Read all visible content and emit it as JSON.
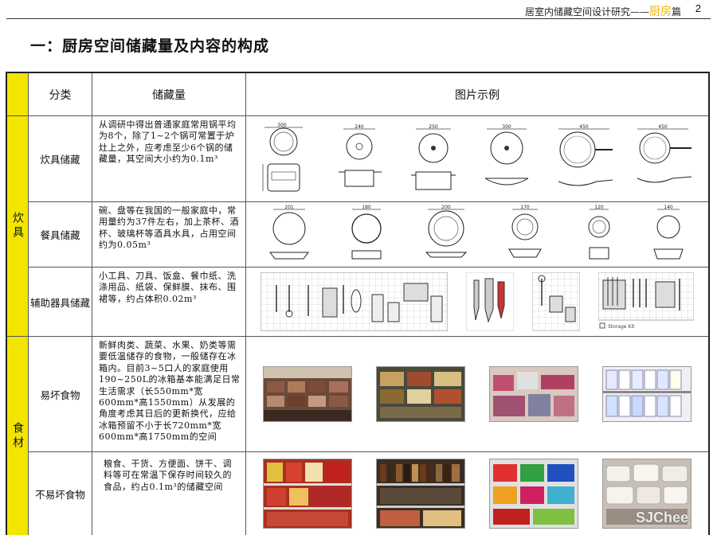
{
  "header": {
    "doc_title_prefix": "居室内储藏空间设计研究——",
    "doc_title_highlight": "厨房",
    "doc_title_suffix": "篇",
    "page_number": "2"
  },
  "title": "一：厨房空间储藏量及内容的构成",
  "table": {
    "headers": {
      "category": "分类",
      "storage": "储藏量",
      "images": "图片示例"
    },
    "groups": [
      {
        "label": "炊具"
      },
      {
        "label": "食材"
      }
    ],
    "rows": [
      {
        "category": "炊具储藏",
        "description": "从调研中得出普通家庭常用锅平均为8个，除了1~2个锅可常置于炉灶上之外，应考虑至少6个锅的储藏量，其空间大小约为0.1m³"
      },
      {
        "category": "餐具储藏",
        "description": "碗、盘等在我国的一般家庭中，常用量约为37件左右，加上茶杯、酒杯、玻璃杯等酒具水具，占用空间约为0.05m³"
      },
      {
        "category": "辅助器具储藏",
        "description": "小工具、刀具、饭盒、餐巾纸、洗涤用品、纸袋、保鲜膜、抹布、围裙等，约占体积0.02m³"
      },
      {
        "category": "易坏食物",
        "description": "新鲜肉类、蔬菜、水果、奶类等需要低温储存的食物，一般储存在冰箱内。目前3~5口人的家庭使用190~250L的冰箱基本能满足日常生活需求（长550mm*宽600mm*高1550mm）从发展的角度考虑其日后的更新换代，应给冰箱预留不小于长720mm*宽600mm*高1750mm的空间"
      },
      {
        "category": "不易坏食物",
        "description": "粮食、干货、方便面、饼干、调料等可在常温下保存时间较久的食品，约占0.1m³的储藏空间"
      }
    ],
    "cookware_dims": [
      "300",
      "240",
      "250",
      "300",
      "450",
      "450"
    ],
    "tableware_dims": [
      "201",
      "180",
      "200",
      "170",
      "120",
      "140"
    ],
    "photo_caption": "Storage Kit"
  },
  "watermark": "SJChee"
}
